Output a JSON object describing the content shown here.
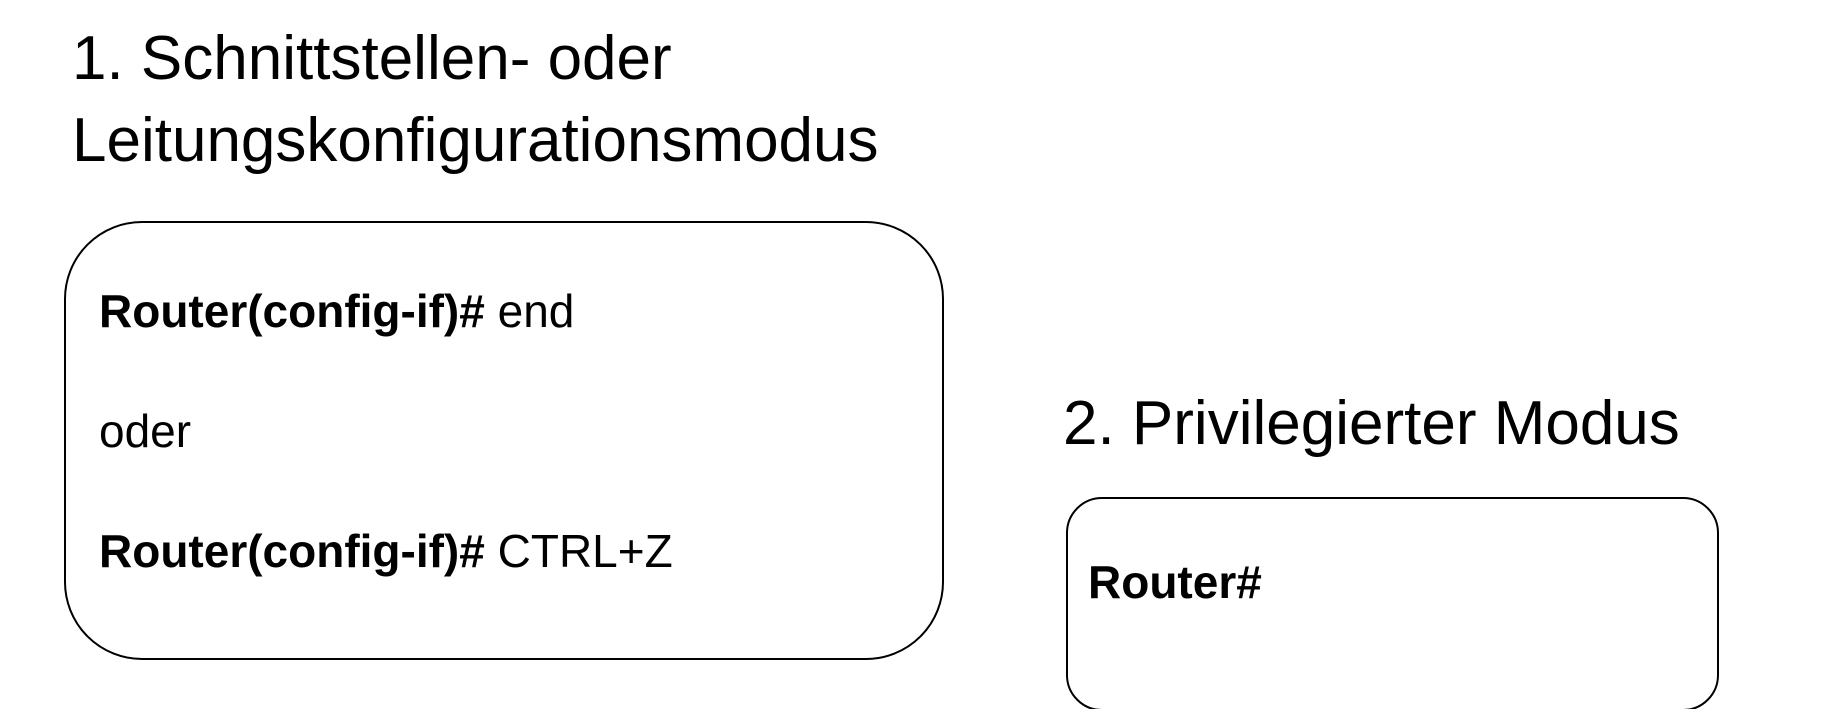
{
  "headings": {
    "mode1_line1": "1. Schnittstellen- oder",
    "mode1_line2": "Leitungskonfigurationsmodus",
    "mode2": "2. Privilegierter Modus"
  },
  "box1": {
    "line1": {
      "prompt": "Router(config-if)#",
      "command": " end"
    },
    "separator": "oder",
    "line2": {
      "prompt": "Router(config-if)#",
      "command": " CTRL+Z"
    }
  },
  "box2": {
    "prompt": "Router#"
  }
}
